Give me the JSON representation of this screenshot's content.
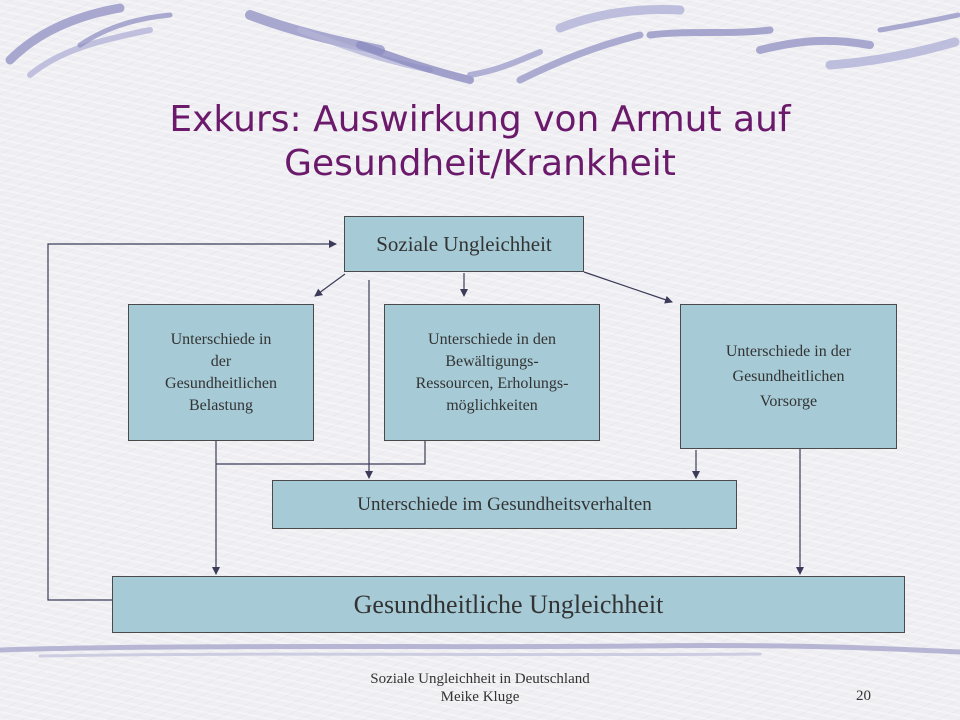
{
  "slide": {
    "title_line1": "Exkurs: Auswirkung von Armut auf",
    "title_line2": "Gesundheit/Krankheit"
  },
  "diagram": {
    "soziale_ungleichheit": "Soziale Ungleichheit",
    "belastung": [
      "Unterschiede in",
      "der",
      "Gesundheitlichen",
      "Belastung"
    ],
    "ressourcen": [
      "Unterschiede in den",
      "Bewältigungs-",
      "Ressourcen, Erholungs-",
      "möglichkeiten"
    ],
    "vorsorge": [
      "Unterschiede in der",
      "Gesundheitlichen",
      "Vorsorge"
    ],
    "verhalten": "Unterschiede im Gesundheitsverhalten",
    "gesundheitliche_ungleichheit": "Gesundheitliche Ungleichheit"
  },
  "footer": {
    "line1": "Soziale Ungleichheit in Deutschland",
    "line2": "Meike Kluge",
    "page_number": "20"
  },
  "colors": {
    "box_fill": "#a6cbd7",
    "title": "#6b1a6b",
    "connector": "#3c3c5a",
    "decoration": "#9a9ac8"
  }
}
